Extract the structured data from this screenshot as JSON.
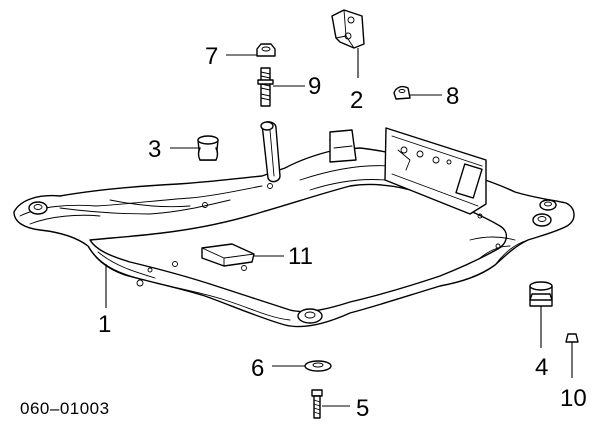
{
  "diagram": {
    "ref_code": "060–01003",
    "callouts": {
      "frame": "1",
      "bracket": "2",
      "bushing_upper": "3",
      "bushing_lower": "4",
      "bolt": "5",
      "washer": "6",
      "nut_7": "7",
      "nut_8": "8",
      "stud": "9",
      "retainer": "10",
      "pad": "11"
    }
  }
}
